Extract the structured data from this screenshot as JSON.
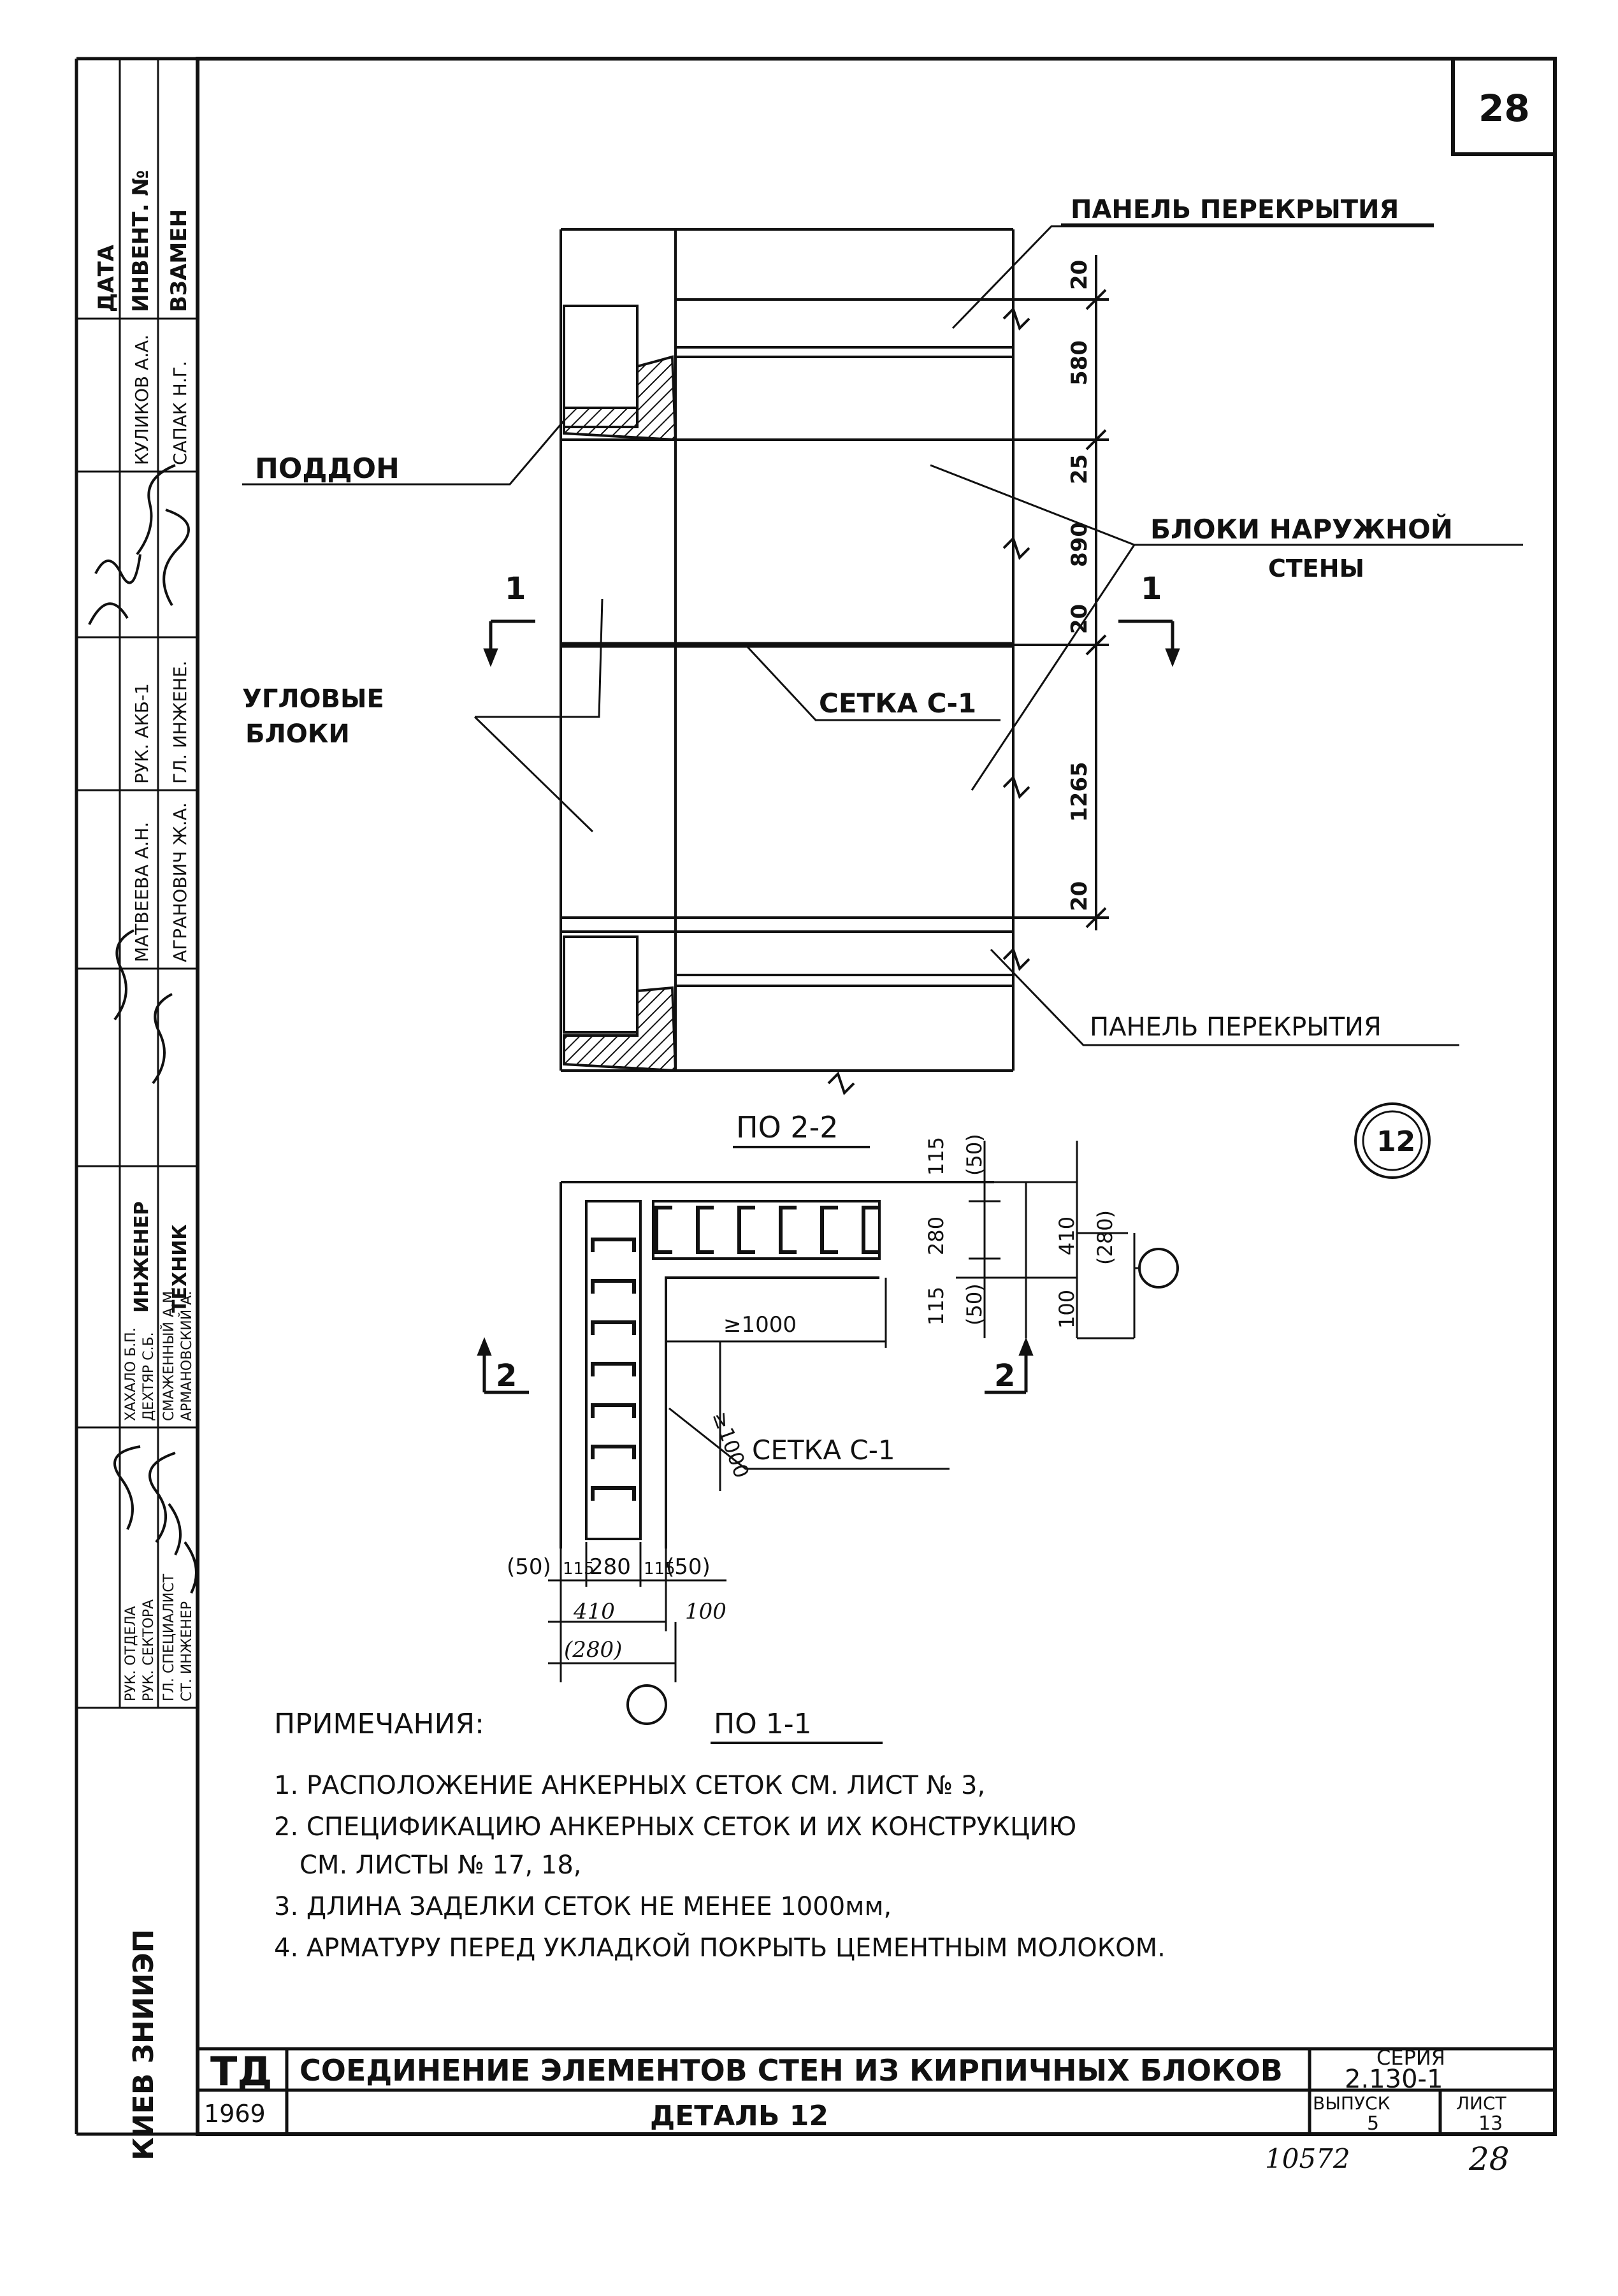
{
  "sheet": {
    "number": "28",
    "archive_number": "10572",
    "archive_sheet": "28",
    "org_vertical": "КИЕВ ЗНИИЭП",
    "detail_circle": "12"
  },
  "side_stamp": {
    "col1": [
      "ДАТА",
      "ИНВЕНТ. №",
      "ВЗАМЕН"
    ],
    "names_a": [
      "КУЛИКОВ А.А.",
      "САПАК Н.Г."
    ],
    "names_b": [
      "МАТВЕЕВА А.Н.",
      "АГРАНОВИЧ Ж.А."
    ],
    "roles_b": [
      "РУК. АКБ-1",
      "ГЛ. ИНЖЕНЕ."
    ],
    "roles_c": [
      "ИНЖЕНЕР",
      "ТЕХНИК"
    ],
    "names_c": [
      "ХАХАЛО Б.П.",
      "ДЕХТЯР С.Б.",
      "СМАЖЕННЫЙ А.М.",
      "АРМАНОВСКИЙ А."
    ],
    "roles_d": [
      "РУК. ОТДЕЛА",
      "РУК. СЕКТОРА",
      "ГЛ. СПЕЦИАЛИСТ",
      "СТ. ИНЖЕНЕР"
    ]
  },
  "elevation": {
    "label_slab_top": "ПАНЕЛЬ ПЕРЕКРЫТИЯ",
    "label_tray": "ПОДДОН",
    "label_outer_blocks_1": "БЛОКИ НАРУЖНОЙ",
    "label_outer_blocks_2": "СТЕНЫ",
    "label_corner_1": "УГЛОВЫЕ",
    "label_corner_2": "БЛОКИ",
    "label_mesh": "СЕТКА С-1",
    "label_slab_bottom": "ПАНЕЛЬ ПЕРЕКРЫТИЯ",
    "cut_mark": "1",
    "dims": [
      "20",
      "580",
      "25",
      "890",
      "20",
      "1265",
      "20"
    ]
  },
  "plan": {
    "title": "ПО 2-2",
    "label_mesh": "СЕТКА С-1",
    "cut_mark": "2",
    "dim_anchor_length": "≥1000",
    "dim_anchor_length_v": "≥1000",
    "right_dims": [
      "115",
      "(50)",
      "280",
      "115",
      "(50)"
    ],
    "right_dims_2": [
      "410",
      "(280)",
      "100"
    ],
    "bottom_dims": [
      "(50)",
      "115",
      "280",
      "115",
      "(50)"
    ],
    "bottom_dims_2": [
      "410",
      "(280)",
      "100"
    ]
  },
  "notes": {
    "heading": "ПРИМЕЧАНИЯ:",
    "section_title": "ПО 1-1",
    "items": [
      "1. РАСПОЛОЖЕНИЕ АНКЕРНЫХ СЕТОК СМ. ЛИСТ № 3,",
      "2. СПЕЦИФИКАЦИЮ АНКЕРНЫХ СЕТОК И ИХ КОНСТРУКЦИЮ",
      "СМ. ЛИСТЫ № 17, 18,",
      "3. ДЛИНА ЗАДЕЛКИ СЕТОК НЕ МЕНЕЕ 1000мм,",
      "4. АРМАТУРУ ПЕРЕД УКЛАДКОЙ ПОКРЫТЬ ЦЕМЕНТНЫМ МОЛОКОМ."
    ]
  },
  "title_block": {
    "code": "ТД",
    "year": "1969",
    "title": "СОЕДИНЕНИЕ ЭЛЕМЕНТОВ СТЕН ИЗ КИРПИЧНЫХ БЛОКОВ",
    "subtitle": "ДЕТАЛЬ 12",
    "series_label": "СЕРИЯ",
    "series_value": "2.130-1",
    "issue_label": "ВЫПУСК",
    "issue_value": "5",
    "sheet_label": "ЛИСТ",
    "sheet_value": "13"
  }
}
